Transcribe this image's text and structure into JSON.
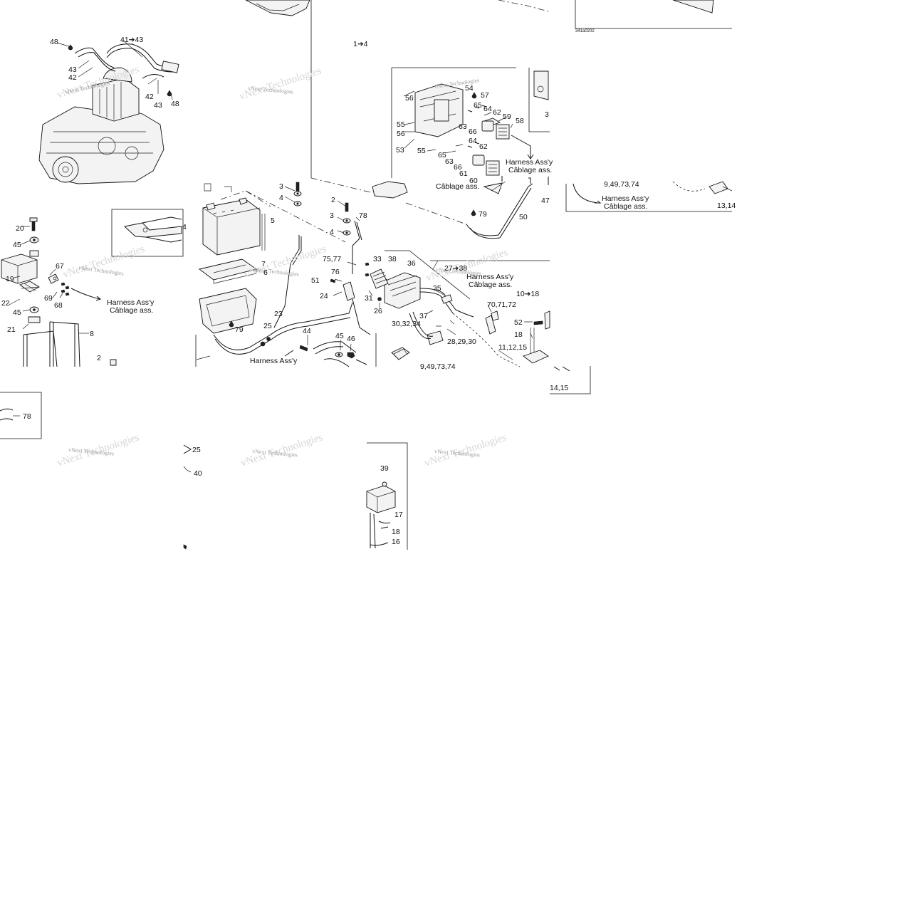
{
  "watermark": "vNext Technologies",
  "figure_code": "341a0202",
  "harness_label_en": "Harness Ass'y",
  "harness_label_fr": "Câblage ass.",
  "callouts": {
    "c48a": "48",
    "c41_43": "41➔43",
    "c43a": "43",
    "c42a": "42",
    "c42b": "42",
    "c43b": "43",
    "c48b": "48",
    "c1_4": "1➔4",
    "c56a": "56",
    "c54": "54",
    "c57": "57",
    "c65a": "65",
    "c64a": "64",
    "c62a": "62",
    "c59": "59",
    "c55a": "55",
    "c56b": "56",
    "c63a": "63",
    "c66a": "66",
    "c58": "58",
    "c53": "53",
    "c55b": "55",
    "c64b": "64",
    "c65b": "65",
    "c62b": "62",
    "c63b": "63",
    "c66b": "66",
    "c61": "61",
    "c60": "60",
    "c3r": "3",
    "c9_49": "9,49,73,74",
    "c47": "47",
    "c13_14": "13,14",
    "c3": "3",
    "c4": "4",
    "c2": "2",
    "c3b": "3",
    "c78": "78",
    "c4b": "4",
    "c79a": "79",
    "c50": "50",
    "c4l": "4",
    "c5": "5",
    "c20": "20",
    "c45a": "45",
    "c67": "67",
    "c19": "19",
    "c69": "69",
    "c68": "68",
    "c22": "22",
    "c45b": "45",
    "c21": "21",
    "c8": "8",
    "c2b": "2",
    "c7": "7",
    "c6": "6",
    "c79b": "79",
    "c23": "23",
    "c25": "25",
    "c75_77": "75,77",
    "c33": "33",
    "c38": "38",
    "c36": "36",
    "c76": "76",
    "c51": "51",
    "c24": "24",
    "c31": "31",
    "c26": "26",
    "c37": "37",
    "c35": "35",
    "c30_34": "30,32,34",
    "c28_30": "28,29,30",
    "c27_38": "27➔38",
    "c70_72": "70,71,72",
    "c10_18": "10➔18",
    "c52": "52",
    "c18": "18",
    "c11_15": "11,12,15",
    "c14_15": "14,15",
    "c44": "44",
    "c45c": "45",
    "c46": "46",
    "c9_74": "9,49,73,74",
    "c78b": "78",
    "c25b": "25",
    "c40": "40",
    "c39": "39",
    "c17": "17",
    "c18b": "18",
    "c16": "16"
  }
}
